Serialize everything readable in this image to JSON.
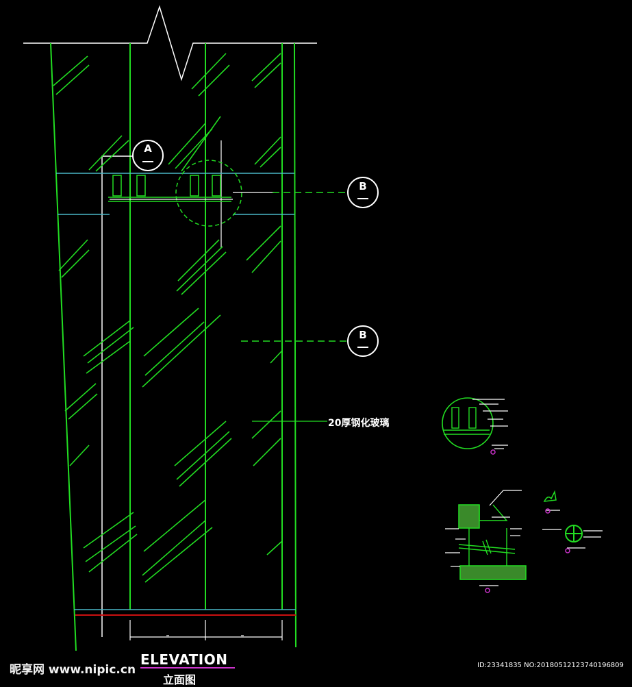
{
  "labels": {
    "glass_note": "20厚钢化玻璃",
    "title_en": "ELEVATION",
    "title_cn": "立面图"
  },
  "section_markers": {
    "a": "A",
    "b1": "B",
    "b2": "B"
  },
  "watermark": {
    "site": "昵享网 www.nipic.cn",
    "id": "ID:23341835 NO:20180512123740196809"
  },
  "colors": {
    "background": "#000000",
    "glass_lines": "#22dd22",
    "outline": "#ffffff",
    "transom": "#4ab8c8",
    "base_line": "#cc1111",
    "title_underline": "#cc33cc"
  }
}
